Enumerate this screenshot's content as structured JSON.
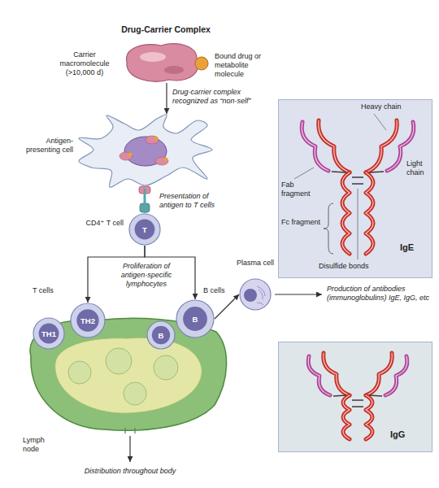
{
  "diagram": {
    "nodes": [
      {
        "text": [
          "Drug-Carrier Complex"
        ]
      },
      {
        "text": [
          "Antigen-presenting cell"
        ]
      },
      {
        "text": [
          "CD4⁺ T cell",
          "T"
        ]
      },
      {
        "text": [
          "Lymph node"
        ]
      },
      {
        "text": [
          "TH1"
        ],
        "in": 3
      },
      {
        "text": [
          "TH2"
        ],
        "in": 3
      },
      {
        "text": [
          "B"
        ],
        "in": 3
      },
      {
        "text": [
          "B"
        ],
        "in": 3
      },
      {
        "text": [
          "Plasma cell"
        ]
      },
      {
        "text": [
          "IgE"
        ]
      },
      {
        "text": [
          "IgG"
        ]
      }
    ],
    "edges": [
      {
        "from": 0,
        "to": 1,
        "arrow": "to",
        "label": "Drug-carrier complex recognized as “non-self”"
      },
      {
        "from": 1,
        "to": 2,
        "arrow": "none"
      },
      {
        "from": 2,
        "to": 5,
        "arrow": "to"
      },
      {
        "from": 2,
        "to": 7,
        "arrow": "to"
      },
      {
        "from": 7,
        "to": 8,
        "arrow": "to"
      }
    ],
    "labels": [
      "Carrier macromolecule (>10,000 d)",
      "Bound drug or metabolite molecule",
      "Presentation of antigen to T cells",
      "Proliferation of antigen-specific lymphocytes",
      "T cells",
      "B cells",
      "Distribution throughout body",
      "Production of antibodies (immunoglobulins) IgE, IgG, etc",
      "Heavy chain",
      "Light chain",
      "Fab fragment",
      "Fc fragment",
      "Disulfide bonds"
    ]
  }
}
